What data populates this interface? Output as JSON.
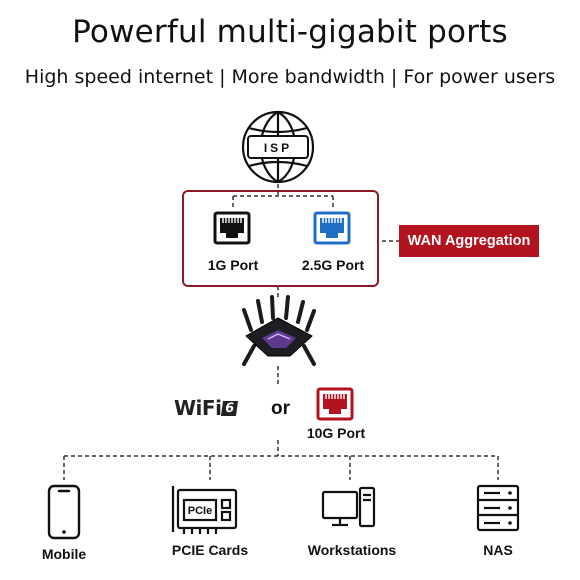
{
  "header": {
    "title": "Powerful multi-gigabit ports",
    "subtitle": "High speed internet | More bandwidth | For power users"
  },
  "isp": {
    "label": "ISP",
    "icon": "globe-icon"
  },
  "wan_ports": [
    {
      "label": "1G Port",
      "icon": "ethernet-port-icon",
      "color": "#111111"
    },
    {
      "label": "2.5G Port",
      "icon": "ethernet-port-icon",
      "color": "#1e6fc4"
    }
  ],
  "wan_aggregation": {
    "label": "WAN Aggregation",
    "color": "#b3121f"
  },
  "router": {
    "icon": "router-icon"
  },
  "connection_options": {
    "wifi_label": "WiFi",
    "wifi_generation": "6",
    "or_label": "or",
    "port": {
      "label": "10G Port",
      "icon": "ethernet-port-icon",
      "color": "#b3121f"
    }
  },
  "devices": [
    {
      "label": "Mobile",
      "icon": "mobile-icon"
    },
    {
      "label": "PCIE Cards",
      "icon": "pcie-card-icon",
      "chip_text": "PCIe"
    },
    {
      "label": "Workstations",
      "icon": "workstation-icon"
    },
    {
      "label": "NAS",
      "icon": "nas-icon"
    }
  ],
  "colors": {
    "accent_red": "#b3121f",
    "box_border": "#8b1a24",
    "port_blue": "#1e6fc4",
    "line": "#333333"
  }
}
